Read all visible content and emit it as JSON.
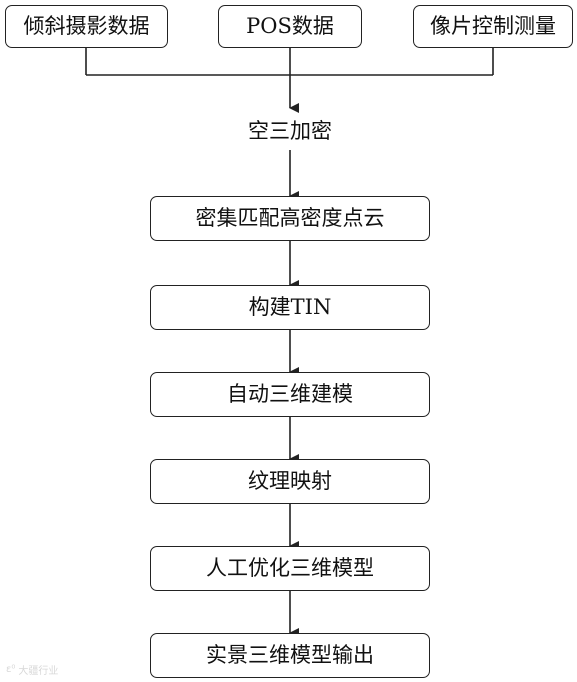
{
  "inputs": {
    "oblique_photo": "倾斜摄影数据",
    "pos": "POS数据",
    "control_survey": "像片控制测量"
  },
  "aerial_triangulation": "空三加密",
  "steps": {
    "dense_matching": "密集匹配高密度点云",
    "build_tin": "构建TIN",
    "auto_modeling": "自动三维建模",
    "texture_mapping": "纹理映射",
    "manual_optimization": "人工优化三维模型",
    "output": "实景三维模型输出"
  },
  "watermark": {
    "prefix": "ε⁰",
    "text": "大疆行业"
  }
}
